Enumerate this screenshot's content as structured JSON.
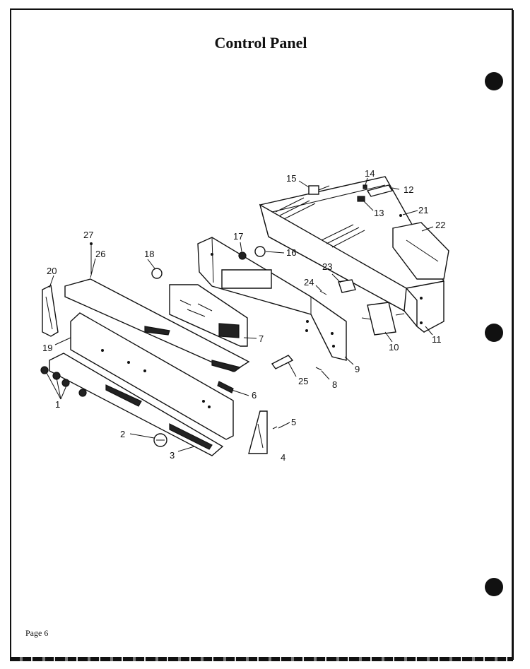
{
  "title": "Control Panel",
  "footer": {
    "page_label": "Page 6"
  },
  "callouts": {
    "c1": "1",
    "c2": "2",
    "c3": "3",
    "c4": "4",
    "c5": "5",
    "c6": "6",
    "c7": "7",
    "c8": "8",
    "c9": "9",
    "c10": "10",
    "c11": "11",
    "c12": "12",
    "c13": "13",
    "c14": "14",
    "c15": "15",
    "c16": "16",
    "c17": "17",
    "c18": "18",
    "c19": "19",
    "c20": "20",
    "c21": "21",
    "c22": "22",
    "c23": "23",
    "c24": "24",
    "c25": "25",
    "c26": "26",
    "c27": "27"
  }
}
